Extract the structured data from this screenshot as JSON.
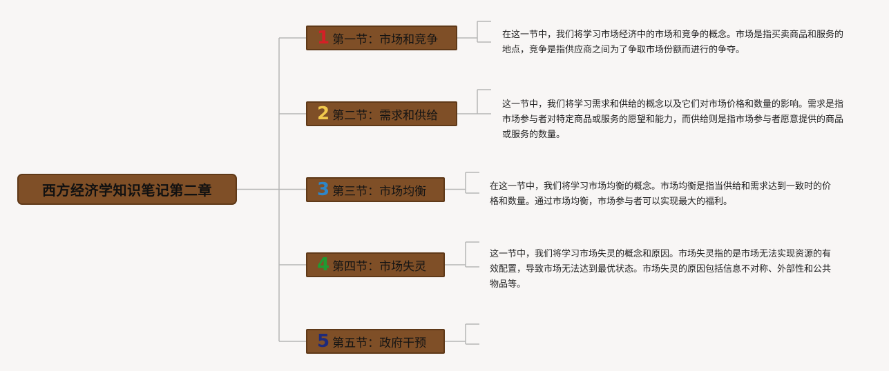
{
  "root": {
    "title": "西方经济学知识笔记第二章"
  },
  "sections": [
    {
      "number": "1",
      "label": "第一节：市场和竞争",
      "number_color": "#d42026",
      "note": "在这一节中，我们将学习市场经济中的市场和竞争的概念。市场是指买卖商品和服务的地点，竞争是指供应商之间为了争取市场份额而进行的争夺。"
    },
    {
      "number": "2",
      "label": "第二节：需求和供给",
      "number_color": "#f2c94c",
      "note": "这一节中，我们将学习需求和供给的概念以及它们对市场价格和数量的影响。需求是指市场参与者对特定商品或服务的愿望和能力，而供给则是指市场参与者愿意提供的商品或服务的数量。"
    },
    {
      "number": "3",
      "label": "第三节：市场均衡",
      "number_color": "#2e86c8",
      "note": "在这一节中，我们将学习市场均衡的概念。市场均衡是指当供给和需求达到一致时的价格和数量。通过市场均衡，市场参与者可以实现最大的福利。"
    },
    {
      "number": "4",
      "label": "第四节：市场失灵",
      "number_color": "#1f9b32",
      "note": "这一节中，我们将学习市场失灵的概念和原因。市场失灵指的是市场无法实现资源的有效配置，导致市场无法达到最优状态。市场失灵的原因包括信息不对称、外部性和公共物品等。"
    },
    {
      "number": "5",
      "label": "第五节：政府干预",
      "number_color": "#1e2a7a",
      "note": ""
    }
  ],
  "colors": {
    "node_fill": "#7f4f27",
    "node_border": "#5f3918",
    "connector": "#b5b5b5",
    "background": "#f8f6f5"
  }
}
